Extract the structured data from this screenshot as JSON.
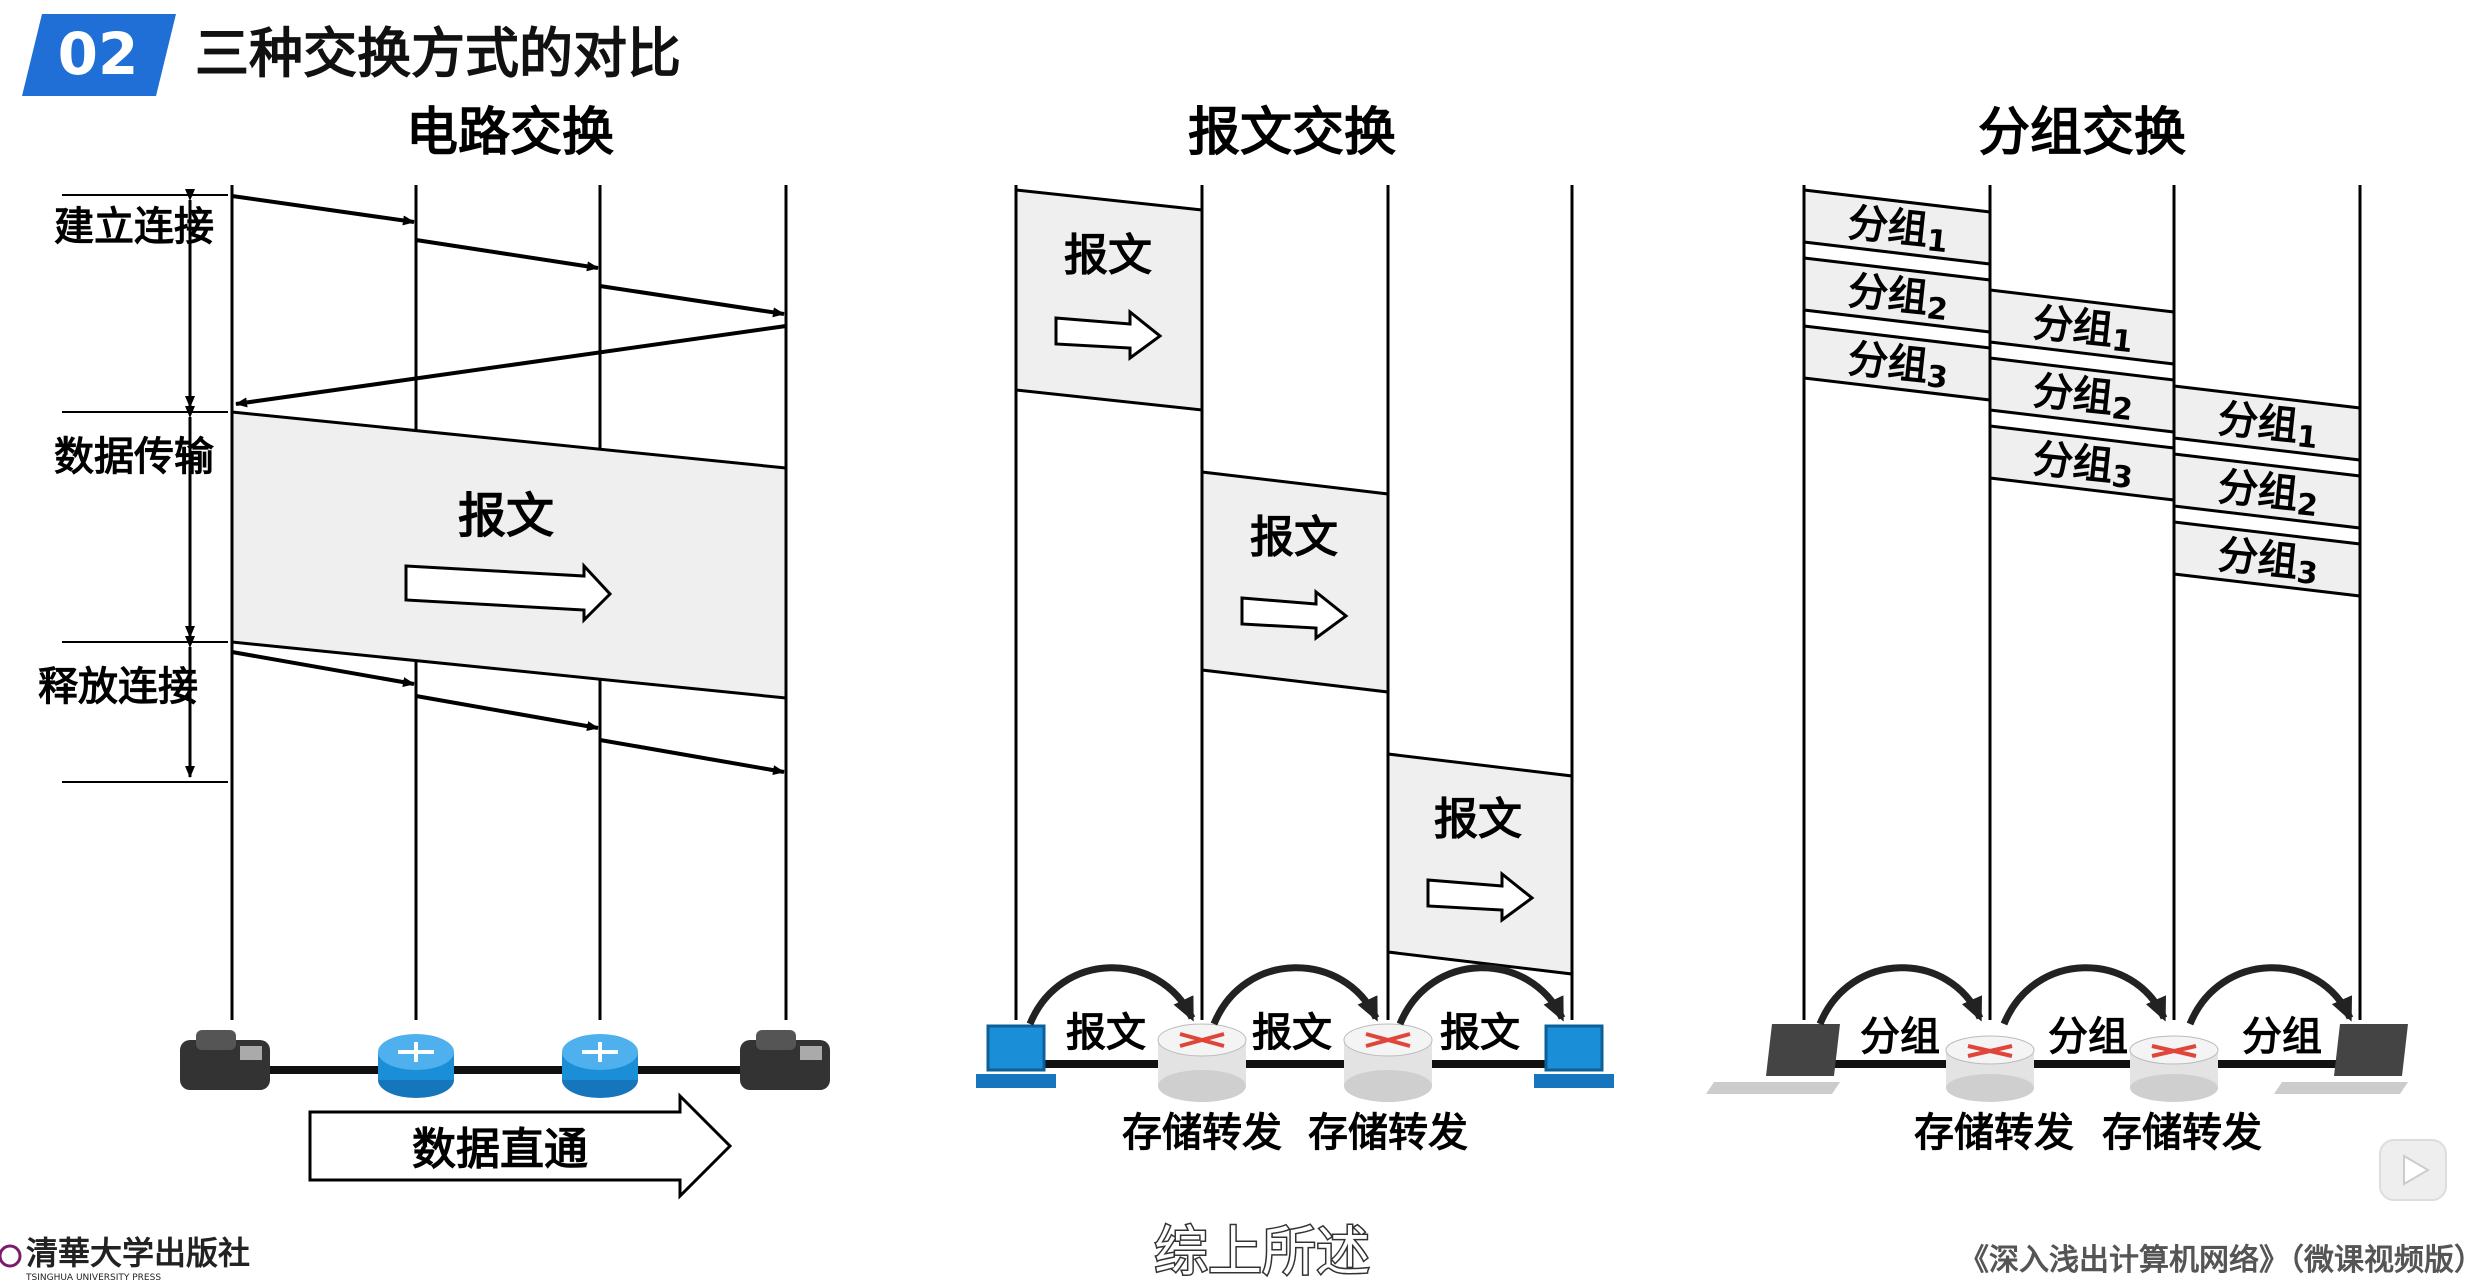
{
  "header": {
    "badge": "02",
    "title": "三种交换方式的对比"
  },
  "circuit": {
    "title": "电路交换",
    "phases": [
      {
        "label": "建立连接",
        "key": "setup"
      },
      {
        "label": "数据传输",
        "key": "transfer"
      },
      {
        "label": "释放连接",
        "key": "release"
      }
    ],
    "message": "报文",
    "bottom_arrow": "数据直通"
  },
  "message_switching": {
    "title": "报文交换",
    "message": "报文",
    "hop_label": "报文",
    "node_label": "存储转发"
  },
  "packet_switching": {
    "title": "分组交换",
    "packet_prefix": "分组",
    "packets": [
      "1",
      "2",
      "3"
    ],
    "hop_label": "分组",
    "node_label": "存储转发"
  },
  "footer": {
    "publisher": "清華大学出版社",
    "publisher_en": "TSINGHUA UNIVERSITY PRESS",
    "subtitle": "综上所述",
    "book": "《深入浅出计算机网络》（微课视频版）"
  },
  "colors": {
    "badge_bg": "#1f6fd6",
    "router_blue": "#1a8fd8",
    "box_fill": "#efefef",
    "arrow_red": "#e0453a"
  }
}
